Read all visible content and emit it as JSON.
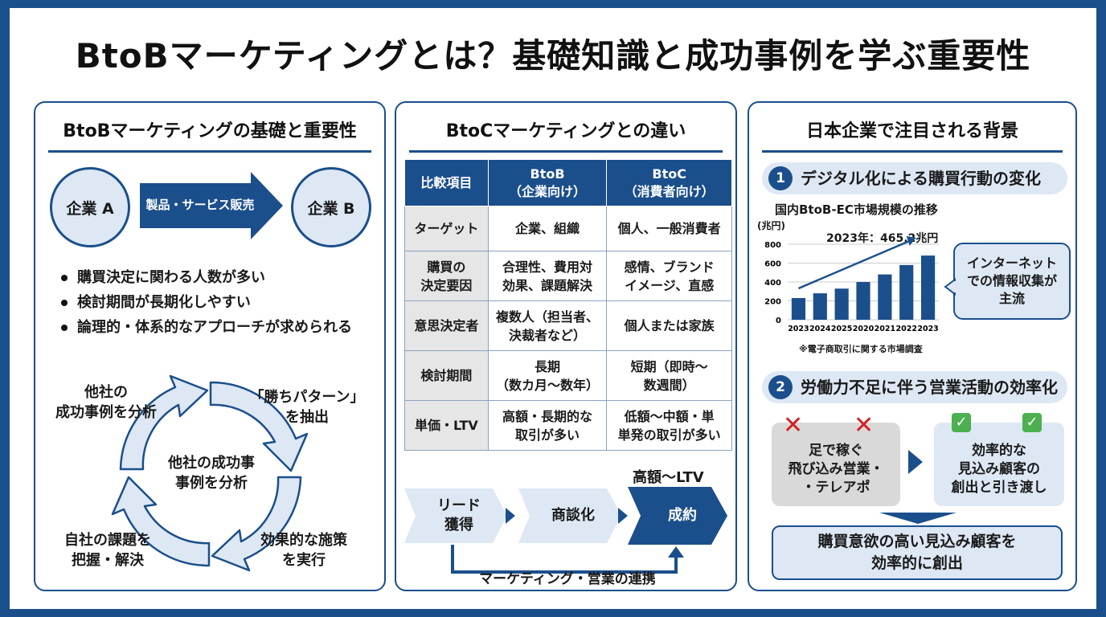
{
  "title": "BtoBマーケティングとは？基礎知識と成功事例を学ぶ重要性",
  "left": {
    "heading": "BtoBマーケティングの基礎と重要性",
    "company_a": "企業 A",
    "company_b": "企業 B",
    "arrow_label": "製品・サービス販売",
    "bullets": [
      "購買決定に関わる人数が多い",
      "検討期間が長期化しやすい",
      "論理的・体系的なアプローチが求められる"
    ],
    "cycle": {
      "center": "他社の成功事\n事例を分析",
      "top_left": "他社の\n成功事例を分析",
      "top_right": "「勝ちパターン」\nを抽出",
      "bottom_right": "効果的な施策\nを実行",
      "bottom_left": "自社の課題を\n把握・解決"
    }
  },
  "middle": {
    "heading": "BtoCマーケティングとの違い",
    "table": {
      "headers": [
        "比較項目",
        "BtoB\n（企業向け）",
        "BtoC\n（消費者向け）"
      ],
      "rows": [
        [
          "ターゲット",
          "企業、組織",
          "個人、一般消費者"
        ],
        [
          "購買の\n決定要因",
          "合理性、費用対\n効果、課題解決",
          "感情、ブランド\nイメージ、直感"
        ],
        [
          "意思決定者",
          "複数人（担当者、\n決裁者など）",
          "個人または家族"
        ],
        [
          "検討期間",
          "長期\n（数カ月〜数年）",
          "短期（即時〜\n数週間）"
        ],
        [
          "単価・LTV",
          "高額・長期的な\n取引が多い",
          "低額〜中額・単\n単発の取引が多い"
        ]
      ]
    },
    "flow": {
      "steps": [
        "リード\n獲得",
        "商談化",
        "成約"
      ],
      "top_label": "高額〜LTV",
      "bottom_label": "マーケティング・営業の連携"
    }
  },
  "right": {
    "heading": "日本企業で注目される背景",
    "section1": {
      "num": "1",
      "title": "デジタル化による購買行動の変化",
      "chart_title": "国内BtoB-EC市場規模の推移",
      "unit": "(兆円)",
      "annotation": "2023年：465.2兆円",
      "source": "※電子商取引に関する市場調査",
      "callout": "インターネット\nでの情報収集が\n主流"
    },
    "section2": {
      "num": "2",
      "title": "労働力不足に伴う営業活動の効率化",
      "before": "足で稼ぐ\n飛び込み営業・\n・テレアポ",
      "after": "効率的な\n見込み顧客の\n創出と引き渡し",
      "result": "購買意欲の高い見込み顧客を\n効率的に創出"
    }
  },
  "chart_data": {
    "type": "bar",
    "title": "国内BtoB-EC市場規模の推移",
    "ylabel": "(兆円)",
    "categories": [
      "2023",
      "2024",
      "2025",
      "2020",
      "2021",
      "2022",
      "2023"
    ],
    "values": [
      230,
      280,
      330,
      400,
      480,
      580,
      680
    ],
    "yticks": [
      "0",
      "200",
      "400",
      "600",
      "800"
    ],
    "ylim": [
      0,
      800
    ],
    "annotation": "2023年：465.2兆円",
    "bar_color": "#1b4f8c"
  }
}
